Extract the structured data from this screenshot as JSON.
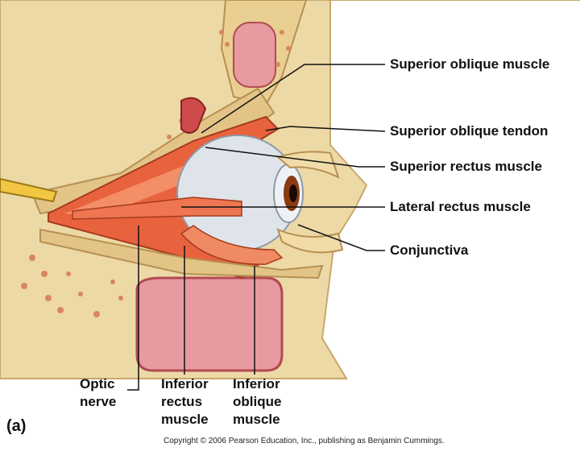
{
  "labels": {
    "superior_oblique_muscle": "Superior oblique muscle",
    "superior_oblique_tendon": "Superior oblique tendon",
    "superior_rectus_muscle": "Superior rectus muscle",
    "lateral_rectus_muscle": "Lateral rectus muscle",
    "conjunctiva": "Conjunctiva",
    "optic_nerve": [
      "Optic",
      "nerve"
    ],
    "inferior_rectus_muscle": [
      "Inferior",
      "rectus",
      "muscle"
    ],
    "inferior_oblique_muscle": [
      "Inferior",
      "oblique",
      "muscle"
    ]
  },
  "panel_letter": "(a)",
  "copyright": "Copyright © 2006 Pearson Education, Inc., publishing as Benjamin Cummings.",
  "colors": {
    "bone": "#ecd9a6",
    "bone_dark": "#c9a86c",
    "marrow": "#d9865f",
    "muscle": "#e8623d",
    "muscle_light": "#f59a70",
    "eyeball": "#dfe4ea",
    "iris": "#8a3b12",
    "sinus": "#e79aa0",
    "nerve": "#f2c542",
    "leader": "#111111"
  }
}
